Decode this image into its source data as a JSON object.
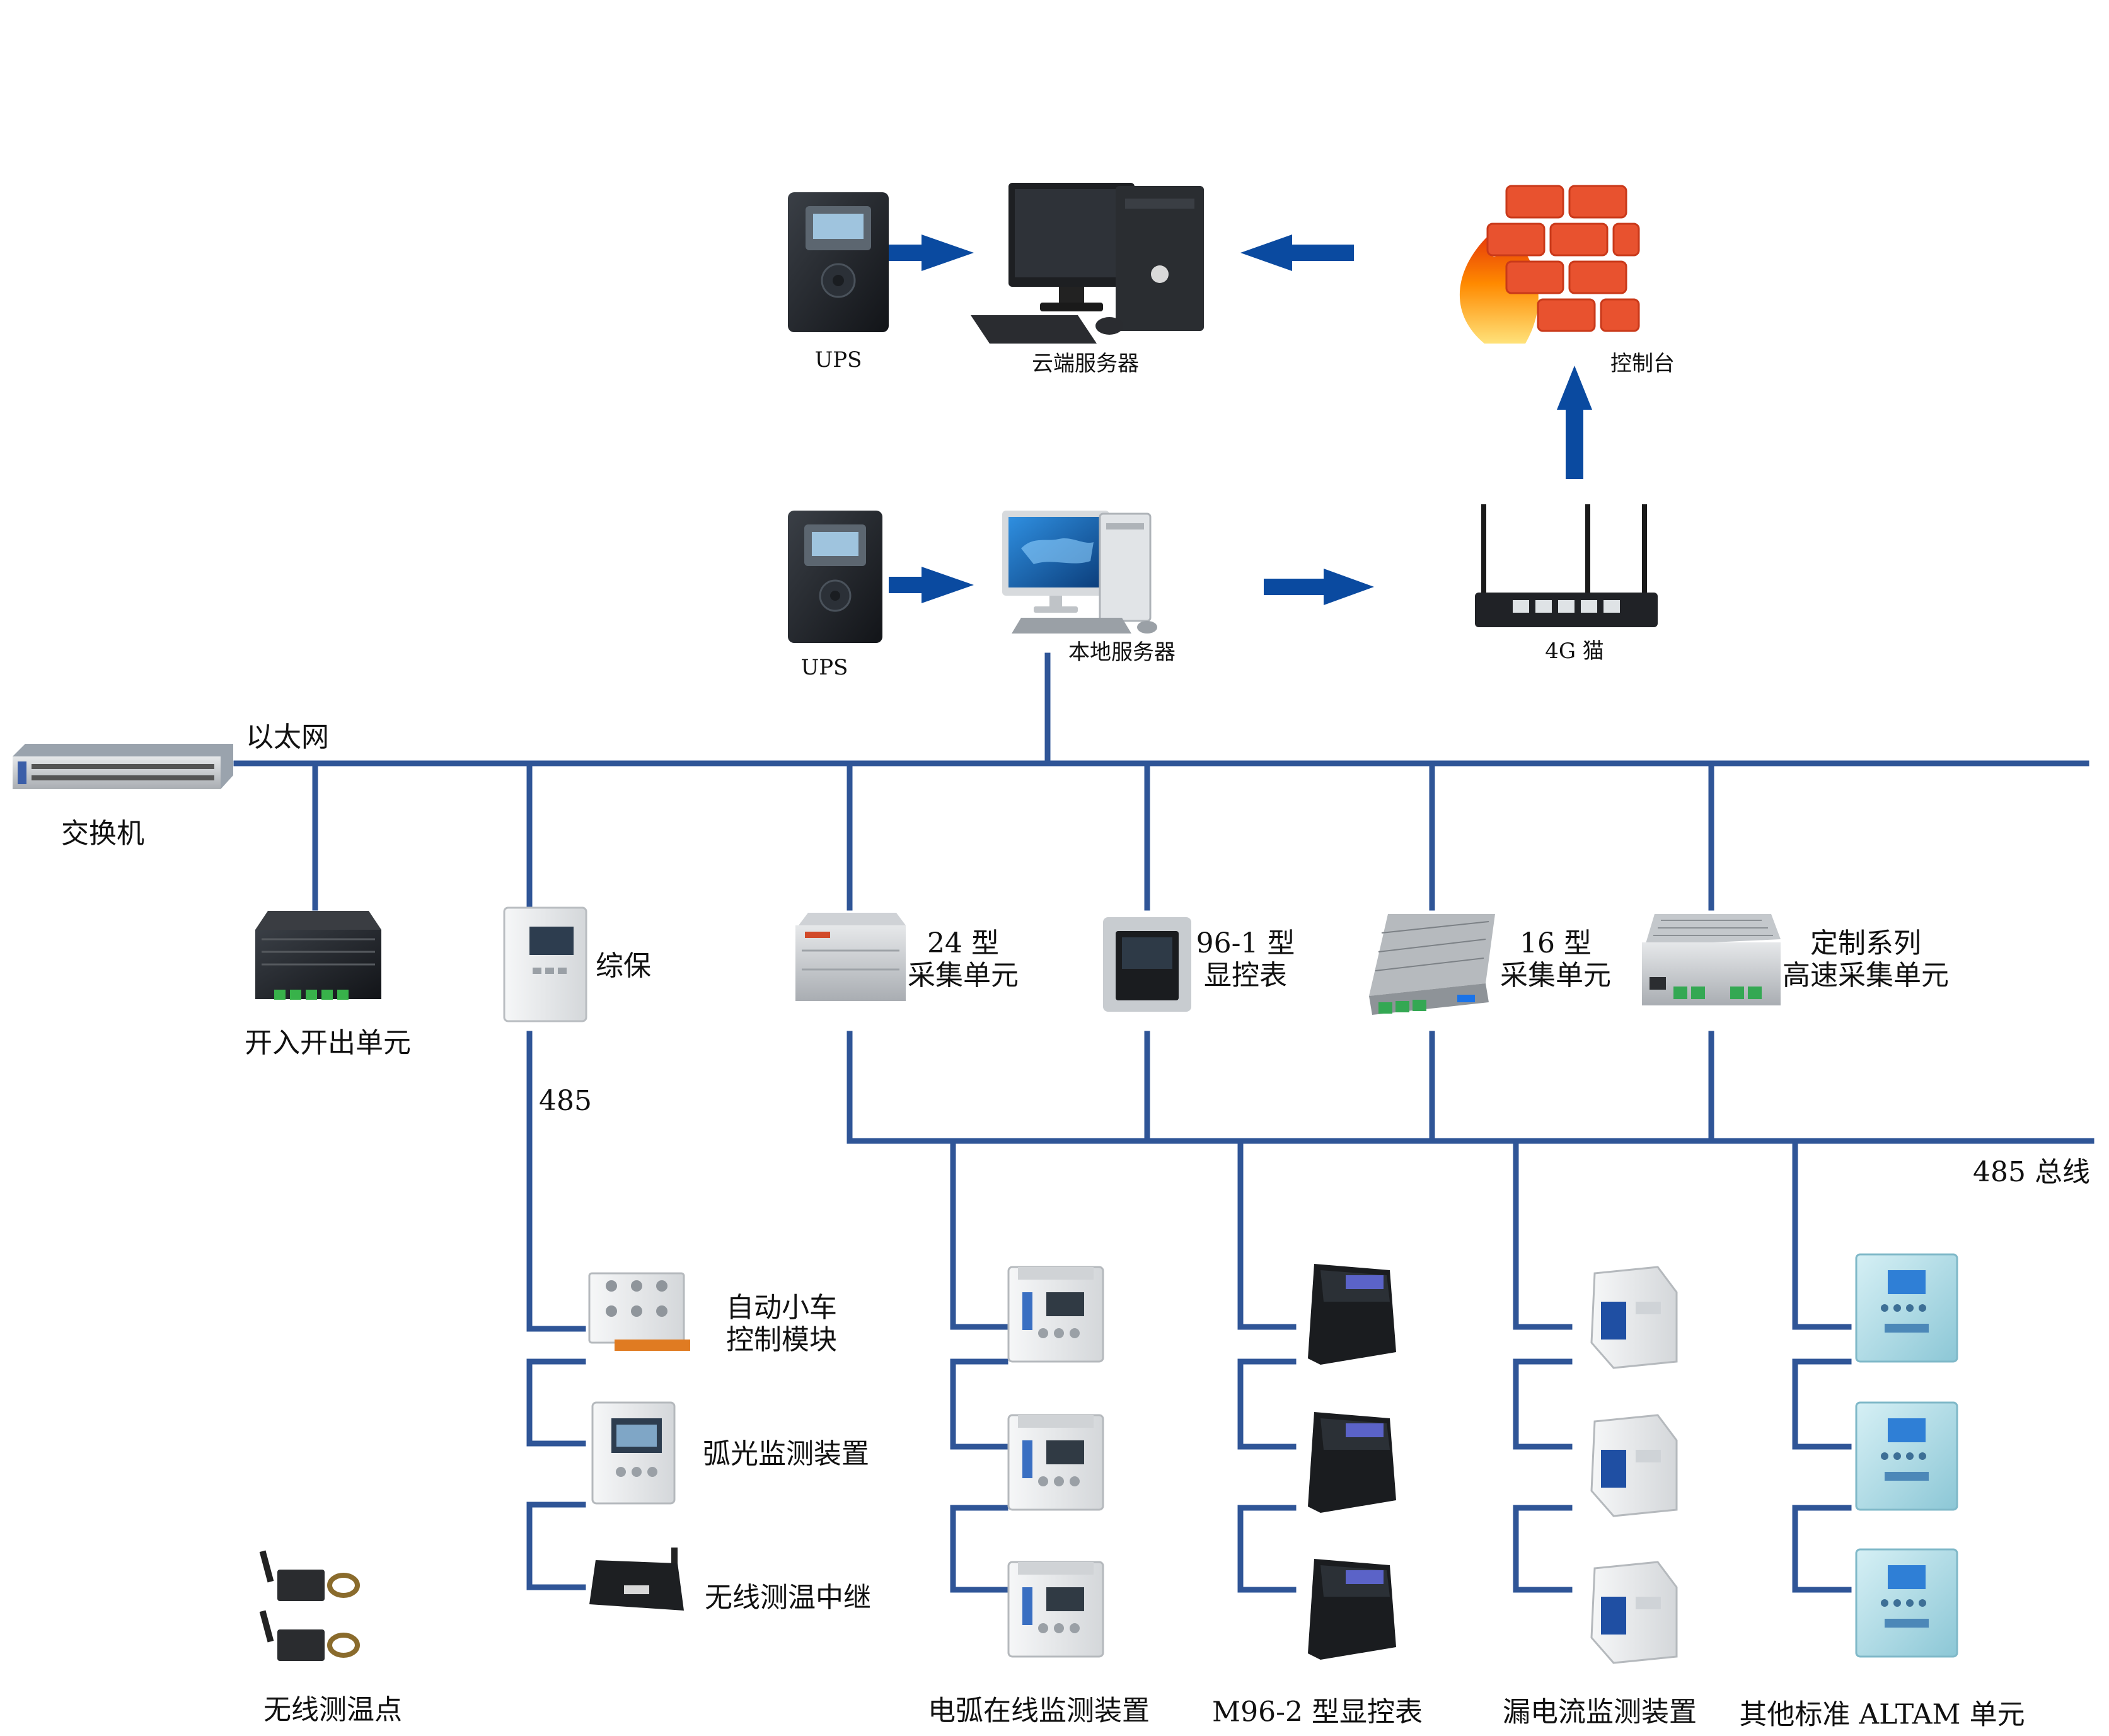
{
  "colors": {
    "bus_line": "#2f5597",
    "arrow": "#0a4aa0",
    "device_dark": "#1e2228",
    "device_silver": "#c9ccd0",
    "device_white": "#eceef0",
    "meter_teal": "#bfe3ec",
    "firewall_brick": "#e8522f",
    "flame": "#ff7a00"
  },
  "labels": {
    "ups_top": "UPS",
    "cloud_server": "云端服务器",
    "console": "控制台",
    "ups_mid": "UPS",
    "local_server": "本地服务器",
    "modem_4g": "4G 猫",
    "ethernet": "以太网",
    "switch": "交换机",
    "io_unit": "开入开出单元",
    "protection": "综保",
    "line_485": "485",
    "unit_24": [
      "24 型",
      "采集单元"
    ],
    "meter_96_1": [
      "96-1 型",
      "显控表"
    ],
    "unit_16": [
      "16 型",
      "采集单元"
    ],
    "custom_series": [
      "定制系列",
      "高速采集单元"
    ],
    "bus_485": "485 总线",
    "auto_trolley": [
      "自动小车",
      "控制模块"
    ],
    "arc_light": "弧光监测装置",
    "wireless_relay": "无线测温中继",
    "wireless_point": "无线测温点",
    "arc_online": "电弧在线监测装置",
    "meter_m96_2": "M96-2 型显控表",
    "leakage": "漏电流监测装置",
    "altam_other": "其他标准 ALTAM 单元"
  },
  "icons": [
    "ups-icon",
    "desktop-computer-icon",
    "firewall-icon",
    "arrow-icon",
    "router-4g-icon",
    "network-switch-icon",
    "io-module-icon",
    "protection-relay-icon",
    "collector-box-icon",
    "panel-meter-icon",
    "din-rail-meter-icon",
    "leakage-monitor-icon",
    "altam-panel-icon",
    "wireless-sensor-icon"
  ]
}
